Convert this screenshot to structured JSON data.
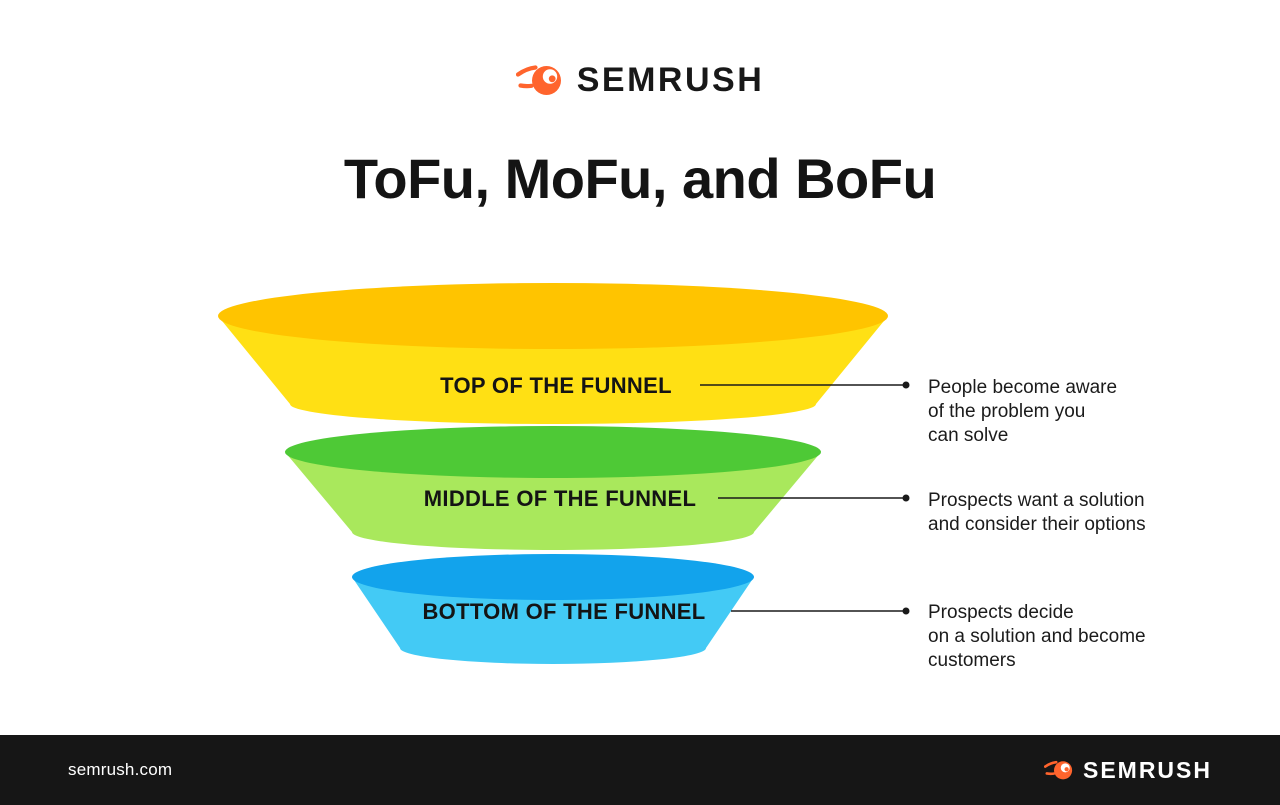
{
  "brand": {
    "name": "SEMRUSH",
    "accent": "#FF642D",
    "dark": "#161616"
  },
  "title": "ToFu, MoFu, and BoFu",
  "funnel": {
    "stages": [
      {
        "label": "TOP OF THE FUNNEL",
        "annotation": "People become aware\nof the problem you\ncan solve",
        "body_color": "#FFE014",
        "rim_color": "#FFC400"
      },
      {
        "label": "MIDDLE OF THE FUNNEL",
        "annotation": "Prospects want a solution\nand consider their options",
        "body_color": "#A9E85C",
        "rim_color": "#4EC936"
      },
      {
        "label": "BOTTOM OF THE FUNNEL",
        "annotation": "Prospects decide\non a solution and become\ncustomers",
        "body_color": "#43CAF5",
        "rim_color": "#12A3EC"
      }
    ]
  },
  "footer": {
    "site": "semrush.com",
    "brand": "SEMRUSH"
  }
}
